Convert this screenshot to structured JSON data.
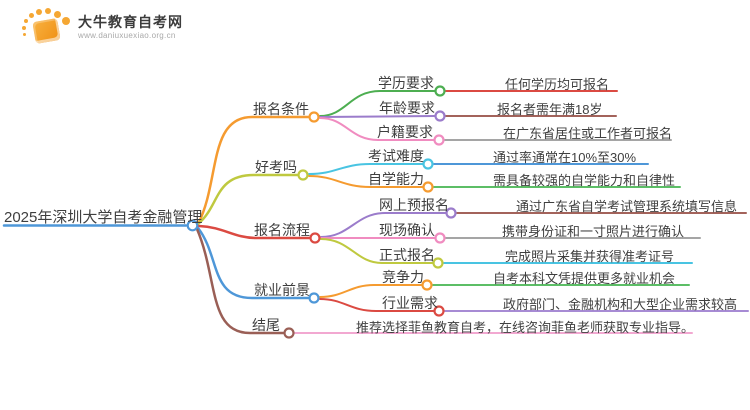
{
  "palette": {
    "orange": "#F59B30",
    "olive": "#BFC93F",
    "red": "#DB4A42",
    "blue": "#4E97D8",
    "brown": "#9A5F56",
    "green": "#4DAE51",
    "purple": "#9B7CCB",
    "pink": "#F08CC0",
    "cyan": "#49C4E2",
    "gray": "#A5A5A5",
    "darkred": "#A3635B",
    "leafgreen": "#5CBE66",
    "leafpurple": "#A78BD4",
    "leafpink": "#F2A8D1",
    "ink": "#3F3F3F"
  },
  "logo": {
    "site_name": "大牛教育自考网",
    "site_url": "www.daniuxuexiao.org.cn"
  },
  "mindmap": {
    "root": {
      "label": "2025年深圳大学自考金融管理"
    },
    "branches": [
      {
        "label": "报名条件",
        "children": [
          {
            "label": "学历要求",
            "leaf": "任何学历均可报名"
          },
          {
            "label": "年龄要求",
            "leaf": "报名者需年满18岁"
          },
          {
            "label": "户籍要求",
            "leaf": "在广东省居住或工作者可报名"
          }
        ]
      },
      {
        "label": "好考吗",
        "children": [
          {
            "label": "考试难度",
            "leaf": "通过率通常在10%至30%"
          },
          {
            "label": "自学能力",
            "leaf": "需具备较强的自学能力和自律性"
          }
        ]
      },
      {
        "label": "报名流程",
        "children": [
          {
            "label": "网上预报名",
            "leaf": "通过广东省自学考试管理系统填写信息"
          },
          {
            "label": "现场确认",
            "leaf": "携带身份证和一寸照片进行确认"
          },
          {
            "label": "正式报名",
            "leaf": "完成照片采集并获得准考证号"
          }
        ]
      },
      {
        "label": "就业前景",
        "children": [
          {
            "label": "竞争力",
            "leaf": "自考本科文凭提供更多就业机会"
          },
          {
            "label": "行业需求",
            "leaf": "政府部门、金融机构和大型企业需求较高"
          }
        ]
      },
      {
        "label": "结尾",
        "leaf": "推荐选择菲鱼教育自考，在线咨询菲鱼老师获取专业指导。"
      }
    ]
  }
}
